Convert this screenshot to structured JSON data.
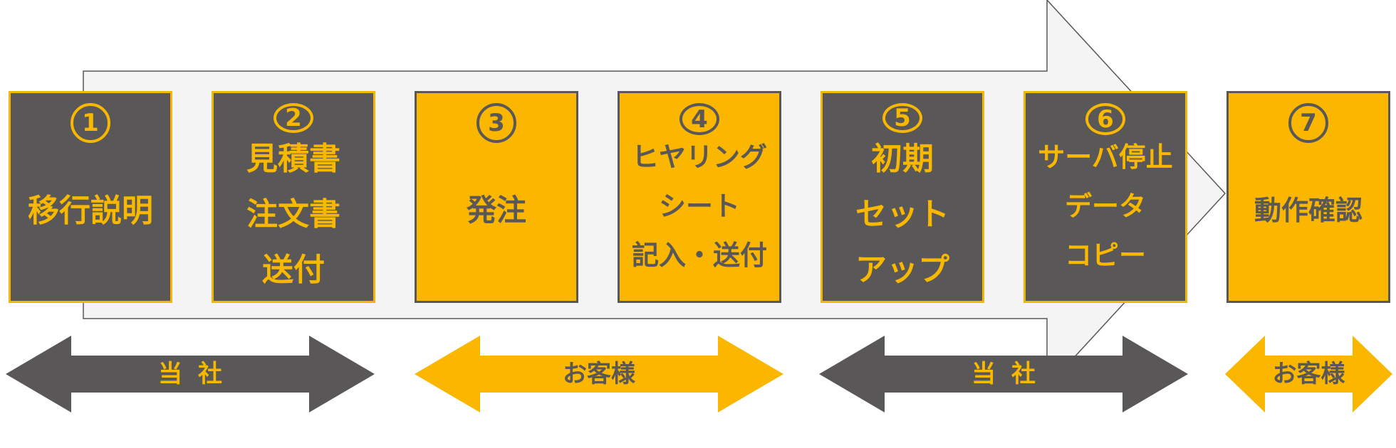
{
  "steps": [
    {
      "number": "1",
      "lines": [
        "移行説明"
      ],
      "theme": "dark"
    },
    {
      "number": "2",
      "lines": [
        "見積書",
        "注文書",
        "送付"
      ],
      "theme": "dark"
    },
    {
      "number": "3",
      "lines": [
        "発注"
      ],
      "theme": "gold"
    },
    {
      "number": "4",
      "lines": [
        "ヒヤリング",
        "シート",
        "記入・送付"
      ],
      "theme": "gold"
    },
    {
      "number": "5",
      "lines": [
        "初期",
        "セット",
        "アップ"
      ],
      "theme": "dark"
    },
    {
      "number": "6",
      "lines": [
        "サーバ停止",
        "データ",
        "コピー"
      ],
      "theme": "dark"
    },
    {
      "number": "7",
      "lines": [
        "動作確認"
      ],
      "theme": "gold"
    }
  ],
  "responsibility_arrows": [
    {
      "label": "当社",
      "theme": "dark"
    },
    {
      "label": "お客様",
      "theme": "gold"
    },
    {
      "label": "当社",
      "theme": "dark"
    },
    {
      "label": "お客様",
      "theme": "gold"
    }
  ],
  "colors": {
    "dark": "#595757",
    "gold": "#FBB600",
    "background_arrow": "#F4F4F4"
  }
}
